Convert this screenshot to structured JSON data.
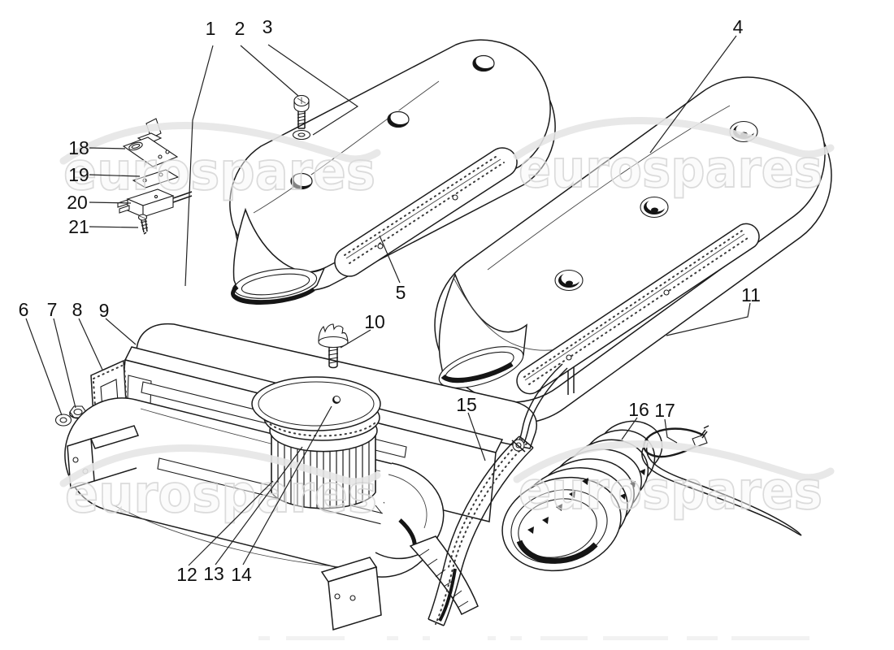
{
  "diagram": {
    "watermark_text": "eurospares",
    "background_color": "#ffffff",
    "line_color": "#1b1b1b",
    "watermark_color": "#d7d7d7",
    "callouts": [
      {
        "label": "1"
      },
      {
        "label": "2"
      },
      {
        "label": "3"
      },
      {
        "label": "4"
      },
      {
        "label": "5"
      },
      {
        "label": "6"
      },
      {
        "label": "7"
      },
      {
        "label": "8"
      },
      {
        "label": "9"
      },
      {
        "label": "10"
      },
      {
        "label": "11"
      },
      {
        "label": "12"
      },
      {
        "label": "13"
      },
      {
        "label": "14"
      },
      {
        "label": "15"
      },
      {
        "label": "16"
      },
      {
        "label": "17"
      },
      {
        "label": "18"
      },
      {
        "label": "19"
      },
      {
        "label": "20"
      },
      {
        "label": "21"
      }
    ]
  }
}
